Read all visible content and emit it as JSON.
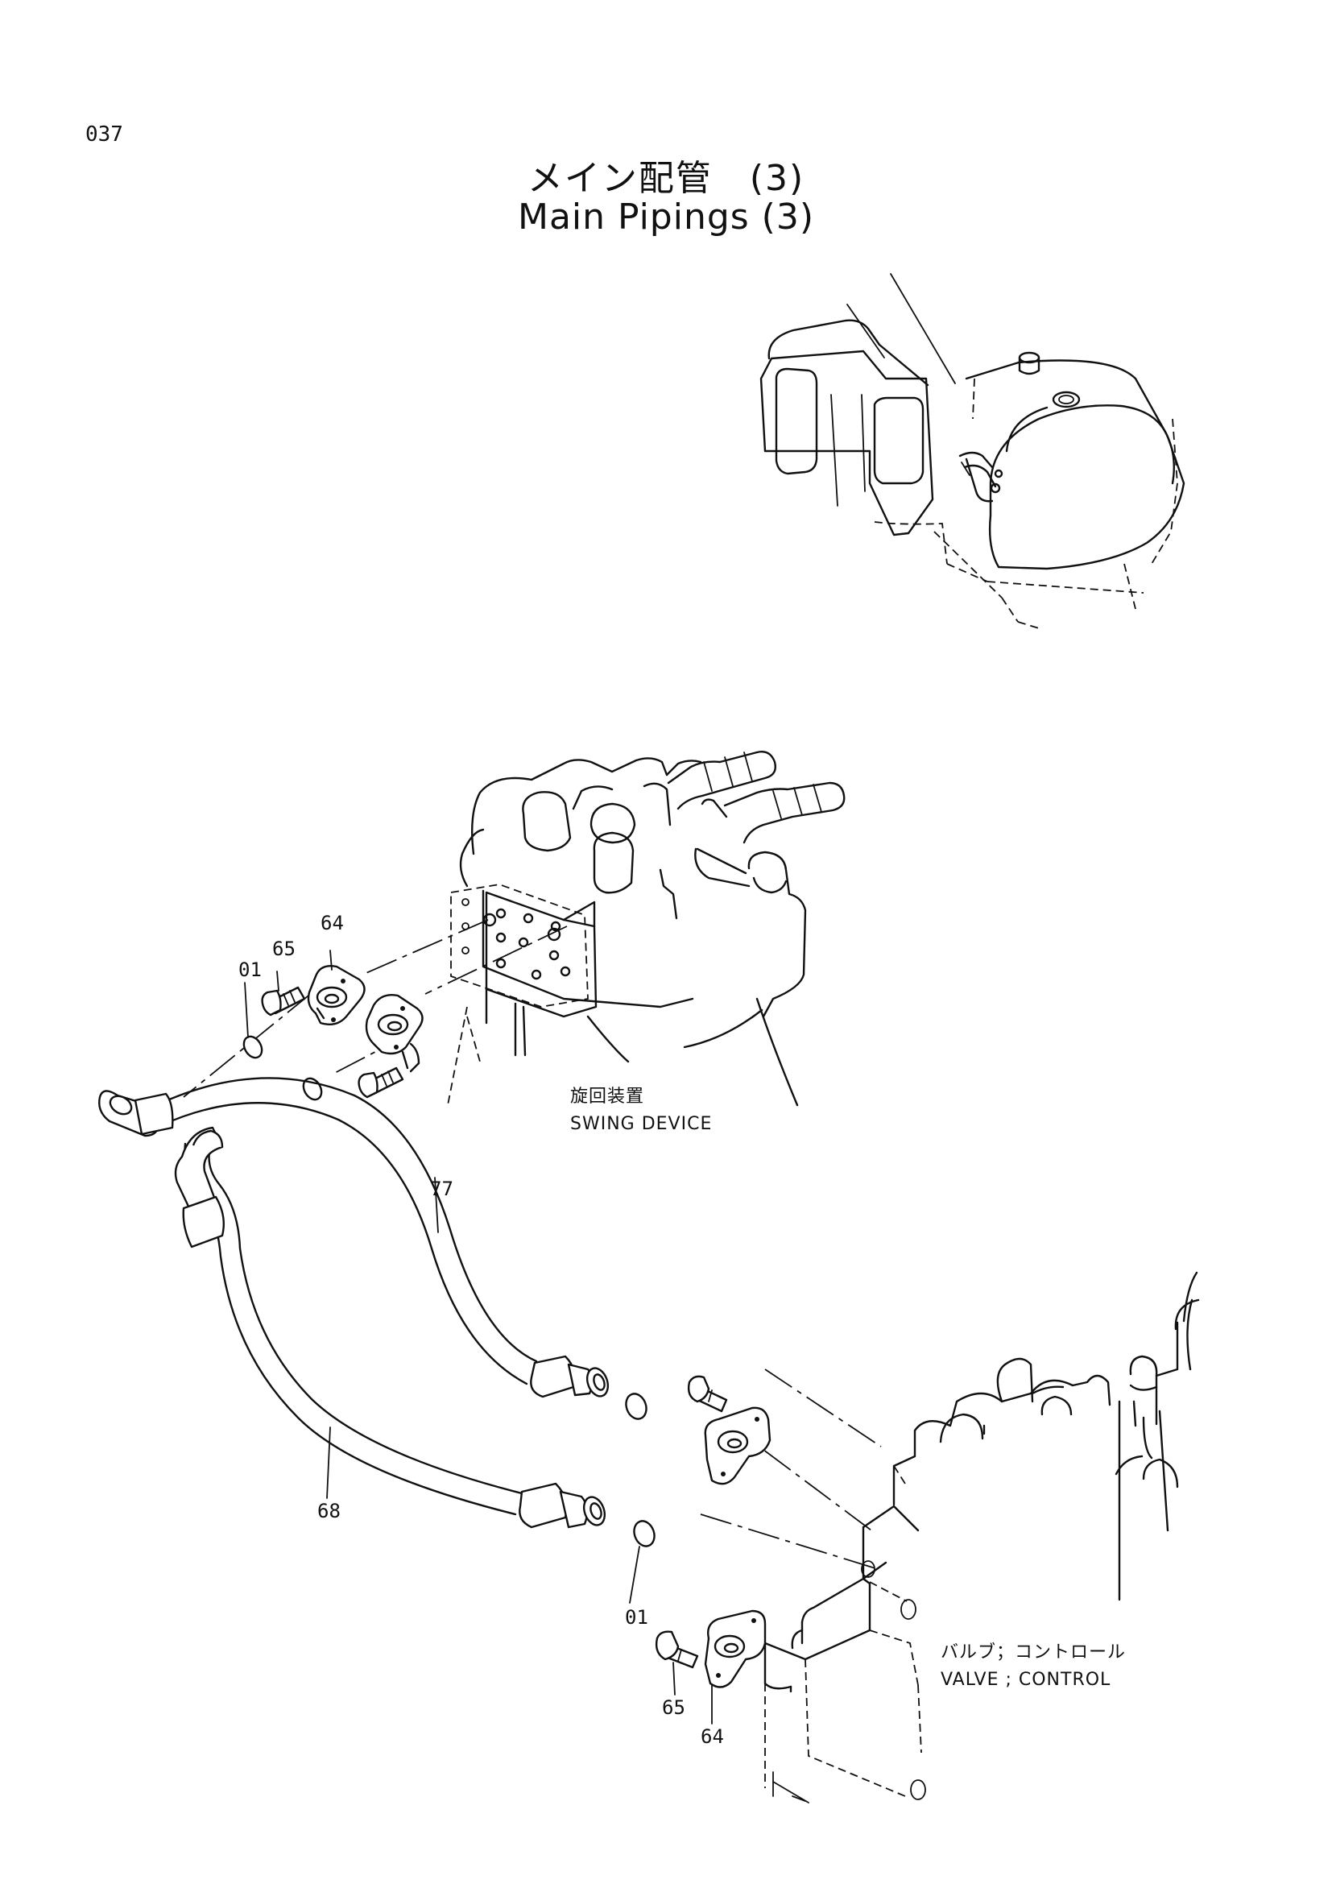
{
  "page_number": "037",
  "title_jp": "メイン配管　(3)",
  "title_en": "Main Pipings (3)",
  "labels": {
    "swing_device_jp": "旋回装置",
    "swing_device_en": "SWING DEVICE",
    "control_valve_jp": "バルブ；コントロール",
    "control_valve_en": "VALVE ; CONTROL"
  },
  "callouts": {
    "oring_top": "01",
    "bolt_top": "65",
    "flange_top": "64",
    "hose_77": "77",
    "hose_68": "68",
    "oring_bottom": "01",
    "bolt_bottom": "65",
    "flange_bottom": "64"
  }
}
